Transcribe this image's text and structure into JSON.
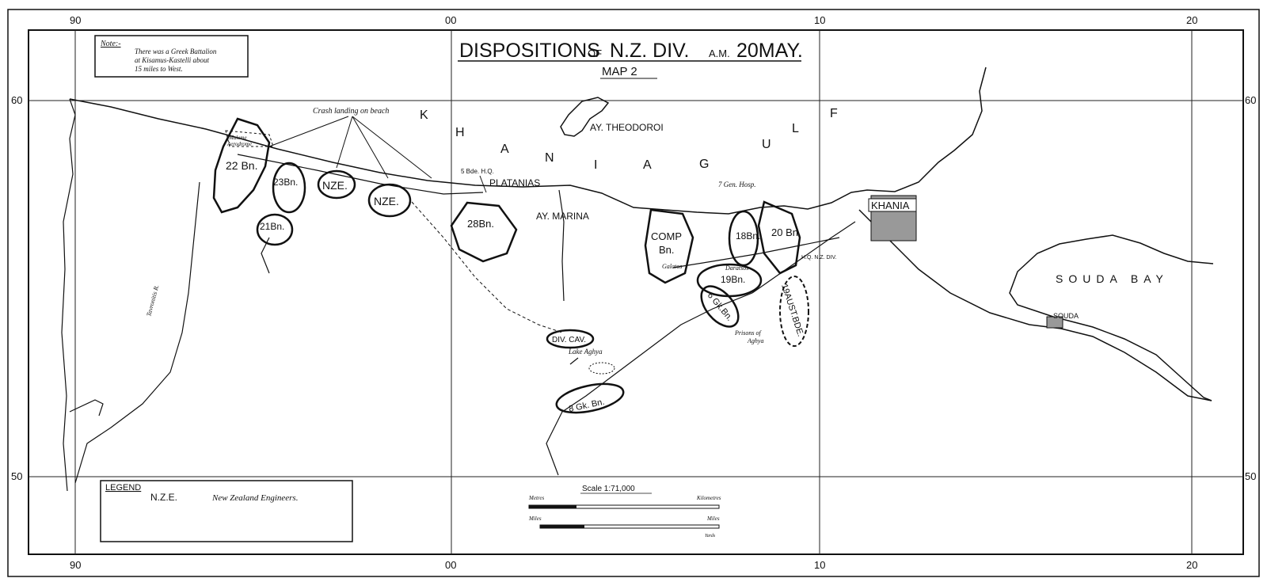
{
  "title": {
    "main": "DISPOSITIONS",
    "of": "OF",
    "div": "N.Z. DIV.",
    "am": "A.M.",
    "date": "20MAY.",
    "subtitle": "MAP 2"
  },
  "note": {
    "heading": "Note:-",
    "lines": [
      "There was a Greek Battalion",
      "at Kisamus-Kastelli about",
      "15 miles to West."
    ]
  },
  "legend": {
    "heading": "LEGEND",
    "abbr": "N.Z.E.",
    "desc": "New Zealand Engineers."
  },
  "grid": {
    "x_labels_top": [
      "90",
      "00",
      "10",
      "20"
    ],
    "x_labels_bottom": [
      "90",
      "00",
      "10",
      "20"
    ],
    "y_labels_left": [
      "60",
      "50"
    ],
    "y_labels_right": [
      "60",
      "50"
    ]
  },
  "places": {
    "gulf_letters": [
      "K",
      "H",
      "A",
      "N",
      "I",
      "A",
      "G",
      "U",
      "L",
      "F"
    ],
    "theodoroi": "AY. THEODOROI",
    "platanias": "PLATANIAS",
    "marina": "AY. MARINA",
    "khania": "KHANIA",
    "souda_bay": "SOUDA BAY",
    "souda": "SOUDA",
    "lake": "Lake Aghya",
    "galatas": "Galatos",
    "daratsos": "Daratsos",
    "prisons": [
      "Prisons of",
      "Aghya"
    ],
    "maleme": [
      "Maleme",
      "Aerodrome"
    ],
    "river": "Tavronitis R."
  },
  "annotations": {
    "crash": "Crash landing on beach",
    "bde_hq": "5 Bde. H.Q.",
    "gen_hosp": "7 Gen. Hosp.",
    "div_hq": "H.Q. N.Z. DIV."
  },
  "units": {
    "u22": "22 Bn.",
    "u23": "23Bn.",
    "u21": "21Bn.",
    "nze1": "NZE.",
    "nze2": "NZE.",
    "u28": "28Bn.",
    "comp1": "COMP",
    "comp2": "Bn.",
    "u18": "18Bn.",
    "u20": "20 Bn.",
    "u19": "19Bn.",
    "gk6": "6 Gk.Bn.",
    "aust": "19AUST.BDE.",
    "divcav": "DIV. CAV.",
    "gk8": "8 Gk. Bn."
  },
  "scale": {
    "title": "Scale 1:71,000",
    "metres": "Metres",
    "kilometres": "Kilometres",
    "miles_l": "Miles",
    "miles_r": "Miles",
    "yards": "Yards"
  }
}
